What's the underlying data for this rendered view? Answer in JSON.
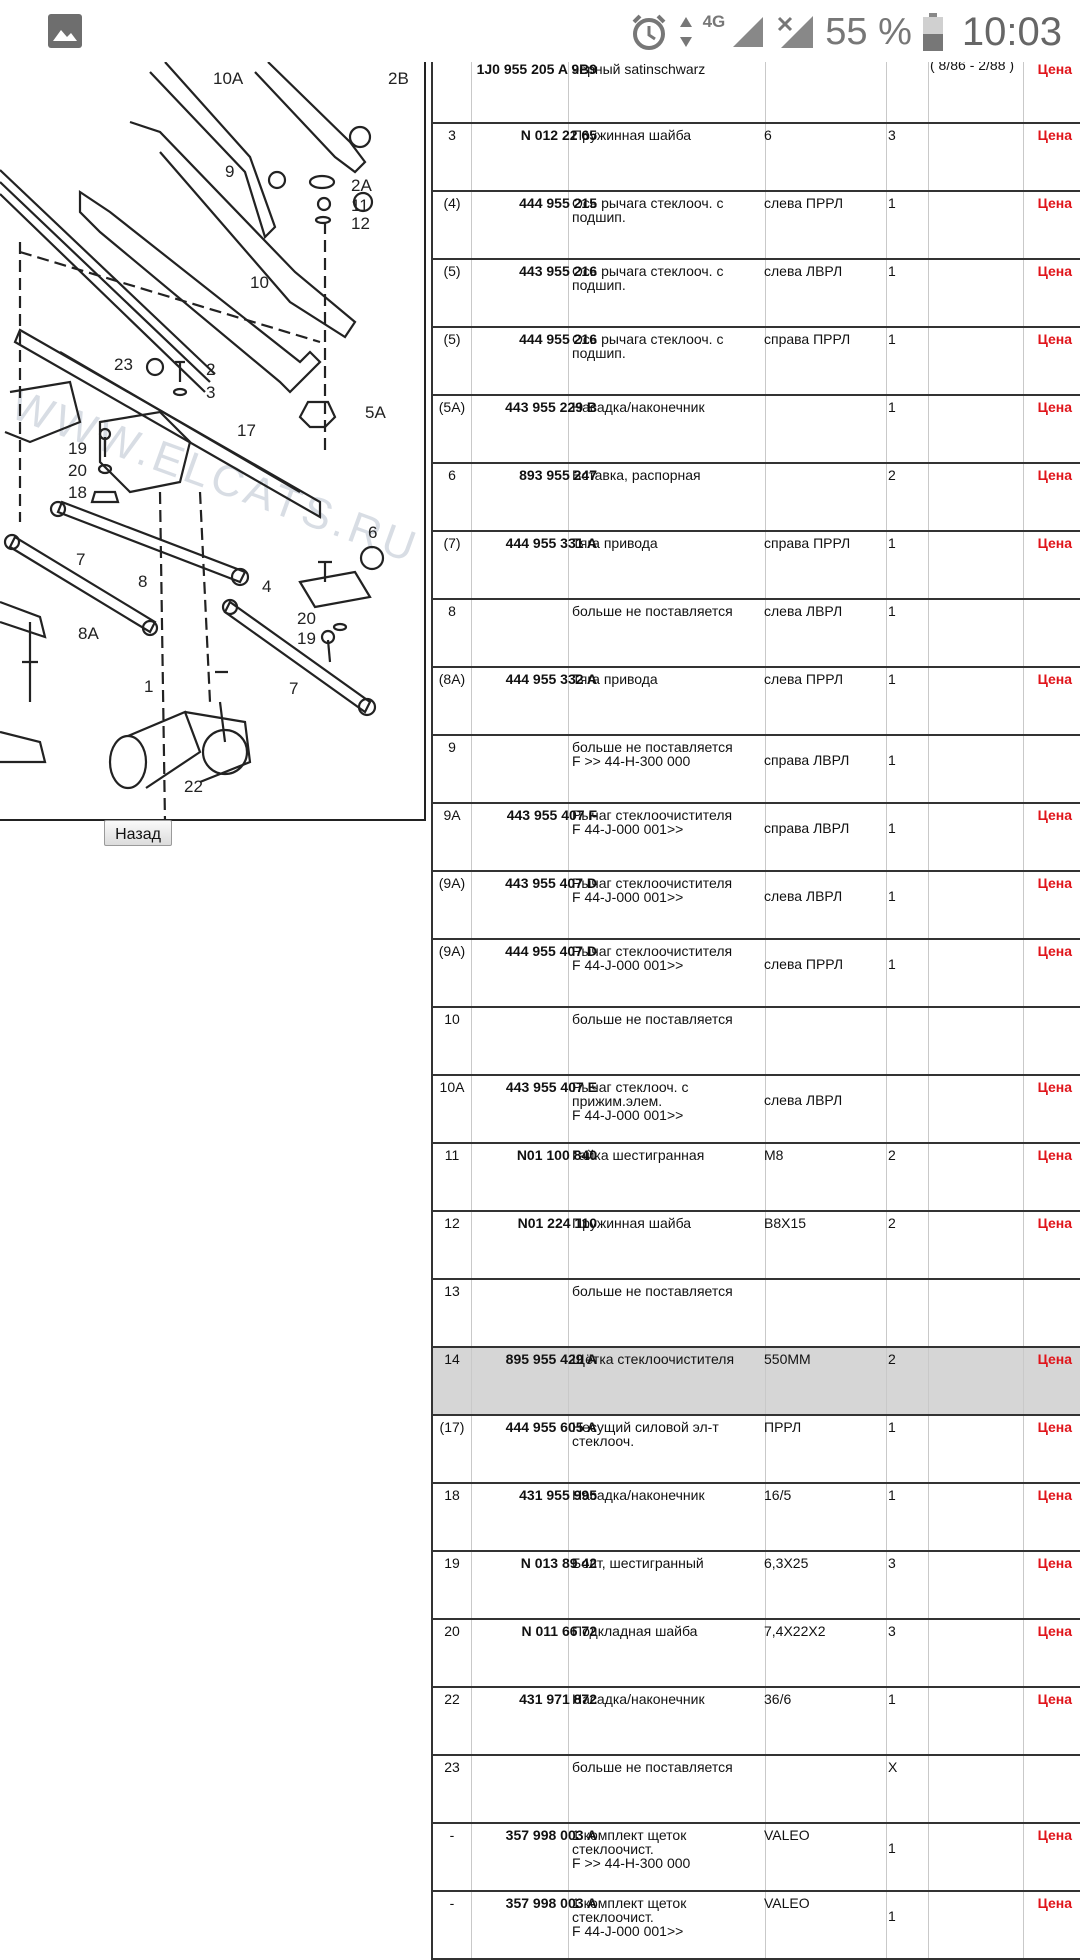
{
  "status_bar": {
    "network": "4G",
    "battery": "55 %",
    "time": "10:03"
  },
  "diagram": {
    "callouts": [
      "10A",
      "2B",
      "9",
      "2A",
      "11",
      "12",
      "10",
      "23",
      "2",
      "3",
      "5A",
      "17",
      "19",
      "20",
      "18",
      "6",
      "7",
      "8",
      "4",
      "20",
      "19",
      "8A",
      "1",
      "7",
      "22"
    ],
    "watermark": "WWW.ELCATS.RU"
  },
  "back_button": "Назад",
  "parts": [
    {
      "pos": "",
      "part": "1J0 955 205 A 9B9",
      "desc": [
        "чёрный satinschwarz"
      ],
      "note": "",
      "qty": "",
      "extra": "( 8/86 - 2/88 )",
      "price": "Цена"
    },
    {
      "pos": "3",
      "part": "N 012 22 65",
      "desc": [
        "Пружинная шайба"
      ],
      "note": "6",
      "qty": "3",
      "extra": "",
      "price": "Цена"
    },
    {
      "pos": "(4)",
      "part": "444 955 215",
      "desc": [
        "Ось рычага стеклооч. с",
        "подшип."
      ],
      "note": "слева ПРРЛ",
      "qty": "1",
      "extra": "",
      "price": "Цена"
    },
    {
      "pos": "(5)",
      "part": "443 955 216",
      "desc": [
        "Ось рычага стеклооч. с",
        "подшип."
      ],
      "note": "слева ЛВРЛ",
      "qty": "1",
      "extra": "",
      "price": "Цена"
    },
    {
      "pos": "(5)",
      "part": "444 955 216",
      "desc": [
        "Ось рычага стеклооч. с",
        "подшип."
      ],
      "note": "справа ПРРЛ",
      "qty": "1",
      "extra": "",
      "price": "Цена"
    },
    {
      "pos": "(5A)",
      "part": "443 955 229 B",
      "desc": [
        "Насадка/наконечник"
      ],
      "note": "",
      "qty": "1",
      "extra": "",
      "price": "Цена"
    },
    {
      "pos": "6",
      "part": "893 955 247",
      "desc": [
        "Вставка, распорная"
      ],
      "note": "",
      "qty": "2",
      "extra": "",
      "price": "Цена"
    },
    {
      "pos": "(7)",
      "part": "444 955 331 A",
      "desc": [
        "Тяга привода"
      ],
      "note": "справа ПРРЛ",
      "qty": "1",
      "extra": "",
      "price": "Цена"
    },
    {
      "pos": "8",
      "part": "",
      "desc": [
        "больше не поставляется"
      ],
      "note": "слева ЛВРЛ",
      "qty": "1",
      "extra": "",
      "price": ""
    },
    {
      "pos": "(8A)",
      "part": "444 955 332 A",
      "desc": [
        "Тяга привода"
      ],
      "note": "слева ПРРЛ",
      "qty": "1",
      "extra": "",
      "price": "Цена"
    },
    {
      "pos": "9",
      "part": "",
      "desc": [
        "больше не поставляется",
        "F >> 44-H-300 000"
      ],
      "note": "справа ЛВРЛ",
      "qty": "1",
      "extra": "",
      "price": "",
      "shift": true
    },
    {
      "pos": "9A",
      "part": "443 955 407 F",
      "desc": [
        "Рычаг стеклоочистителя",
        "F 44-J-000 001>>"
      ],
      "note": "справа ЛВРЛ",
      "qty": "1",
      "extra": "",
      "price": "Цена",
      "shift": true
    },
    {
      "pos": "(9A)",
      "part": "443 955 407 D",
      "desc": [
        "Рычаг стеклоочистителя",
        "F 44-J-000 001>>"
      ],
      "note": "слева ЛВРЛ",
      "qty": "1",
      "extra": "",
      "price": "Цена",
      "shift": true
    },
    {
      "pos": "(9A)",
      "part": "444 955 407 D",
      "desc": [
        "Рычаг стеклоочистителя",
        "F 44-J-000 001>>"
      ],
      "note": "слева ПРРЛ",
      "qty": "1",
      "extra": "",
      "price": "Цена",
      "shift": true
    },
    {
      "pos": "10",
      "part": "",
      "desc": [
        "больше не поставляется"
      ],
      "note": "",
      "qty": "",
      "extra": "",
      "price": ""
    },
    {
      "pos": "10A",
      "part": "443 955 407 E",
      "desc": [
        "Рычаг стеклооч. с",
        "прижим.элем.",
        "F 44-J-000 001>>"
      ],
      "note": "слева ЛВРЛ",
      "qty": "",
      "extra": "",
      "price": "Цена",
      "shift": true
    },
    {
      "pos": "11",
      "part": "N01 100 840",
      "desc": [
        "Гайка шестигранная"
      ],
      "note": "M8",
      "qty": "2",
      "extra": "",
      "price": "Цена"
    },
    {
      "pos": "12",
      "part": "N01 224 110",
      "desc": [
        "Пружинная шайба"
      ],
      "note": "B8X15",
      "qty": "2",
      "extra": "",
      "price": "Цена"
    },
    {
      "pos": "13",
      "part": "",
      "desc": [
        "больше не поставляется"
      ],
      "note": "",
      "qty": "",
      "extra": "",
      "price": ""
    },
    {
      "pos": "14",
      "part": "895 955 429 A",
      "desc": [
        "Щётка стеклоочистителя"
      ],
      "note": "550MM",
      "qty": "2",
      "extra": "",
      "price": "Цена",
      "highlight": true
    },
    {
      "pos": "(17)",
      "part": "444 955 605 A",
      "desc": [
        "Несущий силовой эл-т",
        "стеклооч."
      ],
      "note": "ПРРЛ",
      "qty": "1",
      "extra": "",
      "price": "Цена"
    },
    {
      "pos": "18",
      "part": "431 955 995",
      "desc": [
        "Насадка/наконечник"
      ],
      "note": "16/5",
      "qty": "1",
      "extra": "",
      "price": "Цена"
    },
    {
      "pos": "19",
      "part": "N 013 89 42",
      "desc": [
        "Болт, шестигранный"
      ],
      "note": "6,3X25",
      "qty": "3",
      "extra": "",
      "price": "Цена"
    },
    {
      "pos": "20",
      "part": "N 011 66 72",
      "desc": [
        "Подкладная шайба"
      ],
      "note": "7,4X22X2",
      "qty": "3",
      "extra": "",
      "price": "Цена"
    },
    {
      "pos": "22",
      "part": "431 971 872",
      "desc": [
        "Насадка/наконечник"
      ],
      "note": "36/6",
      "qty": "1",
      "extra": "",
      "price": "Цена"
    },
    {
      "pos": "23",
      "part": "",
      "desc": [
        "больше не поставляется"
      ],
      "note": "",
      "qty": "X",
      "extra": "",
      "price": ""
    },
    {
      "pos": "-",
      "part": "357 998 003 A",
      "desc": [
        "1 комплект щеток",
        "стеклоочист.",
        "F >> 44-H-300 000"
      ],
      "note": "VALEO",
      "qty": "1",
      "extra": "",
      "price": "Цена",
      "qtyshift": true
    },
    {
      "pos": "-",
      "part": "357 998 003 A",
      "desc": [
        "1 комплект щеток",
        "стеклоочист.",
        "F 44-J-000 001>>"
      ],
      "note": "VALEO",
      "qty": "1",
      "extra": "",
      "price": "Цена",
      "qtyshift": true
    }
  ]
}
